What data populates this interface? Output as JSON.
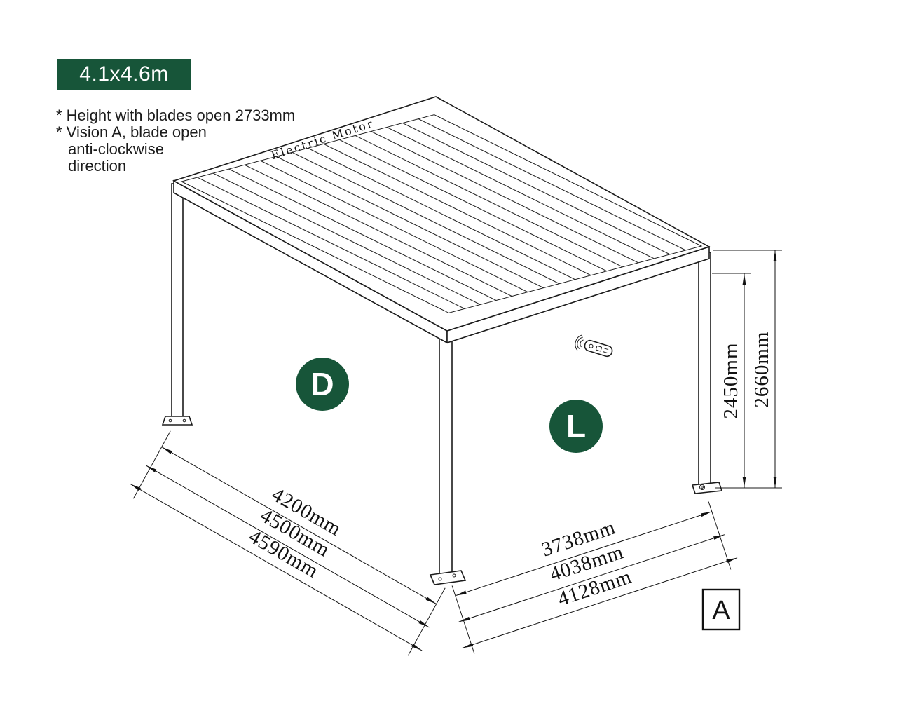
{
  "badge": {
    "label": "4.1x4.6m"
  },
  "notes": {
    "note1": "* Height with blades open 2733mm",
    "note2": "* Vision A, blade open",
    "note2_cont1": "anti-clockwise",
    "note2_cont2": "direction"
  },
  "diagram": {
    "motor_label": "Electric Motor",
    "zone_d_label": "D",
    "zone_l_label": "L",
    "vision_marker": "A",
    "dims": {
      "depth_inner": "4200mm",
      "depth_middle": "4500mm",
      "depth_outer": "4590mm",
      "width_inner": "3738mm",
      "width_middle": "4038mm",
      "width_outer": "4128mm",
      "height_inner": "2450mm",
      "height_outer": "2660mm"
    }
  },
  "colors": {
    "brand_green": "#175539",
    "line": "#1b1b1b"
  }
}
